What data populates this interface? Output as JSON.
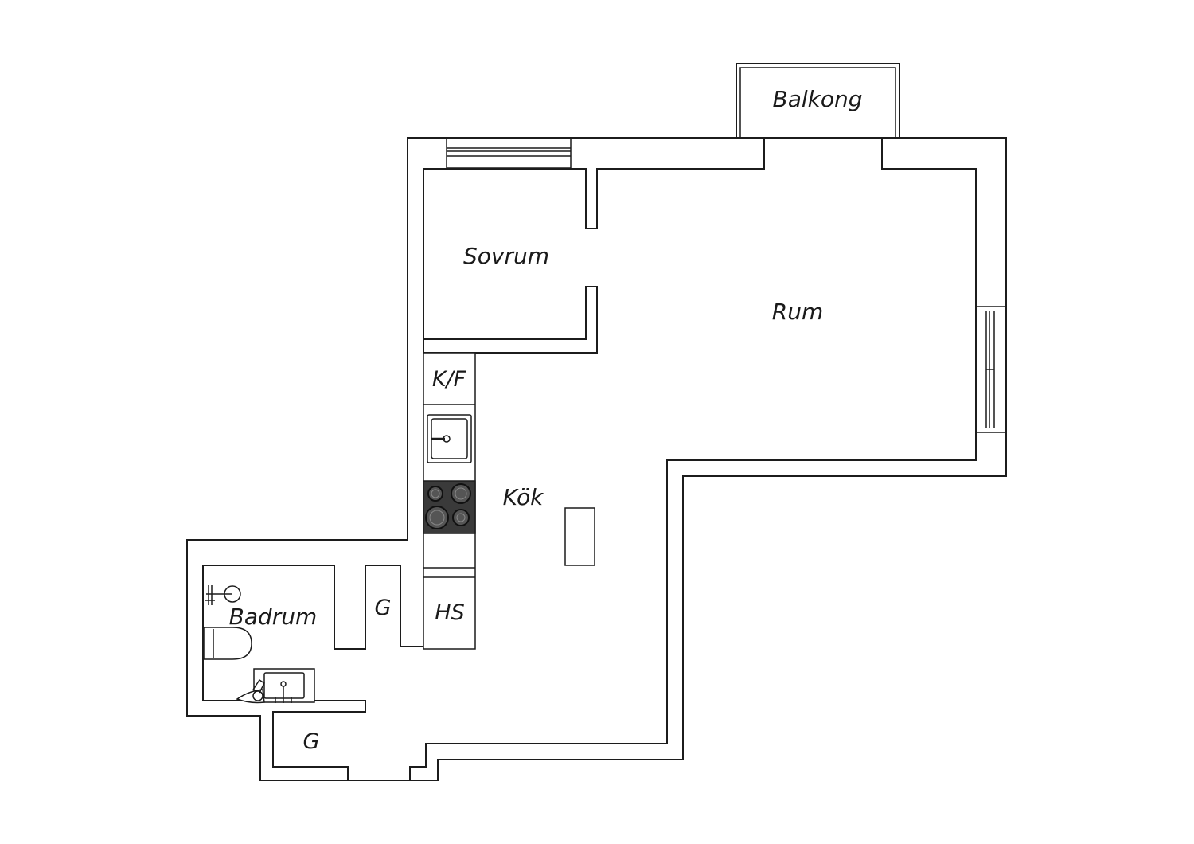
{
  "plan": {
    "rooms": {
      "balcony": "Balkong",
      "bedroom": "Sovrum",
      "living_room": "Rum",
      "fridge_freezer": "K/F",
      "kitchen": "Kök",
      "bathroom": "Badrum",
      "wardrobe_1": "G",
      "wardrobe_2": "HS",
      "wardrobe_3": "G"
    },
    "colors": {
      "line": "#1c1c1c",
      "background": "#ffffff",
      "stove": "#3a3a3a"
    }
  }
}
